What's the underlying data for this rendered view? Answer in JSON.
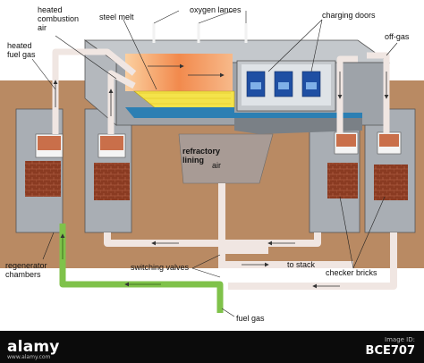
{
  "labels": {
    "heated_combustion_air": "heated\ncombustion\nair",
    "steel_melt": "steel melt",
    "oxygen_lances": "oxygen lances",
    "charging_doors": "charging doors",
    "heated_fuel_gas": "heated\nfuel gas",
    "off_gas": "off-gas",
    "refractory_lining": "refractory\nlining",
    "air": "air",
    "regenerator_chambers": "regenerator\nchambers",
    "switching_valves": "switching valves",
    "to_stack": "to stack",
    "checker_bricks": "checker bricks",
    "fuel_gas": "fuel gas"
  },
  "colors": {
    "ground": "#b98a63",
    "furnace_gray": "#a9aeb4",
    "steel_melt": "#f4e34a",
    "flame": "#f08a4b",
    "refractory": "#2c7fb3",
    "brick": "#8a3b22",
    "fuel_gas_pipe": "#7fc24a",
    "charging_door": "#1f4fa3",
    "flow_pipe": "#f0e6e2"
  },
  "footer": {
    "brand": "alamy",
    "url": "www.alamy.com",
    "image_id_label": "Image ID:",
    "image_id": "BCE707"
  }
}
